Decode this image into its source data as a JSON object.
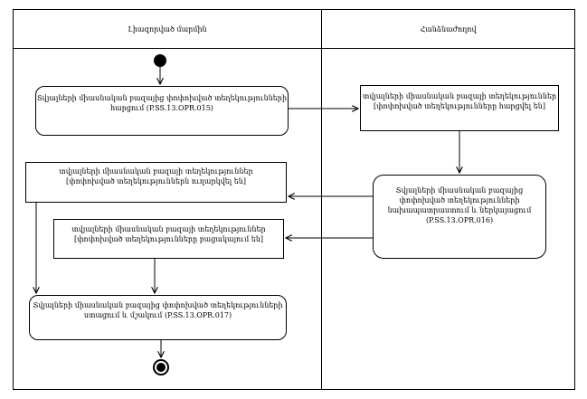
{
  "diagram": {
    "type": "activity-swimlane",
    "colors": {
      "line": "#000000",
      "background": "#ffffff",
      "text": "#000000"
    },
    "lanes": [
      {
        "id": "authorized-body",
        "label": "Լիազորված մարմին"
      },
      {
        "id": "commission",
        "label": "Հանձնաժողով"
      }
    ],
    "nodes": {
      "start": {
        "type": "initial"
      },
      "activity_request": {
        "type": "activity",
        "lane": "authorized-body",
        "text": "Տվյալների միասնական բազայից փոփոխված տեղեկությունների հարցում (P.SS.13.OPR.015)",
        "lines": [
          "Տվյալների միասնական բազայից փոփոխված տեղեկությունների",
          "հարցում (P.SS.13.OPR.015)"
        ]
      },
      "object_requested": {
        "type": "object",
        "lane": "commission",
        "text": "տվյալների միասնական բազայի տեղեկություններ [փոփոխված տեղեկությունները հարցվել են]",
        "lines": [
          "տվյալների միասնական բազայի տեղեկություններ",
          "[փոփոխված տեղեկությունները հարցվել են]"
        ]
      },
      "activity_prepare": {
        "type": "activity",
        "lane": "commission",
        "text": "Տվյալների միասնական բազայից փոփոխված տեղեկությունների նախապատրաստում և ներկայացում (P.SS.13.OPR.016)",
        "lines": [
          "Տվյալների միասնական բազայից",
          "փոփոխված տեղեկությունների",
          "նախապատրաստում և ներկայացում",
          "(P.SS.13.OPR.016)"
        ]
      },
      "object_sent": {
        "type": "object",
        "lane": "authorized-body",
        "text": "տվյալների միասնական բազայի տեղեկություններ [փոփոխված տեղեկություններն ուղարկվել են]",
        "lines": [
          "տվյալների միասնական բազայի տեղեկություններ",
          "[փոփոխված տեղեկություններն ուղարկվել են]"
        ]
      },
      "object_missing": {
        "type": "object",
        "lane": "authorized-body",
        "text": "տվյալների միասնական բազայի տեղեկություններ [փոփոխված տեղեկությունները բացակայում են]",
        "lines": [
          "տվյալների միասնական բազայի տեղեկություններ",
          "[փոփոխված տեղեկությունները բացակայում են]"
        ]
      },
      "activity_receive": {
        "type": "activity",
        "lane": "authorized-body",
        "text": "Տվյալների միասնական բազայից փոփոխված տեղեկությունների ստացում և մշակում (P.SS.13.OPR.017)",
        "lines": [
          "Տվյալների միասնական բազայից փոփոխված տեղեկությունների",
          "ստացում և մշակում (P.SS.13.OPR.017)"
        ]
      },
      "end": {
        "type": "final"
      }
    },
    "edges": [
      {
        "from": "start",
        "to": "activity_request"
      },
      {
        "from": "activity_request",
        "to": "object_requested"
      },
      {
        "from": "object_requested",
        "to": "activity_prepare"
      },
      {
        "from": "activity_prepare",
        "to": "object_sent"
      },
      {
        "from": "activity_prepare",
        "to": "object_missing"
      },
      {
        "from": "object_sent",
        "to": "activity_receive"
      },
      {
        "from": "object_missing",
        "to": "activity_receive"
      },
      {
        "from": "activity_receive",
        "to": "end"
      }
    ]
  }
}
